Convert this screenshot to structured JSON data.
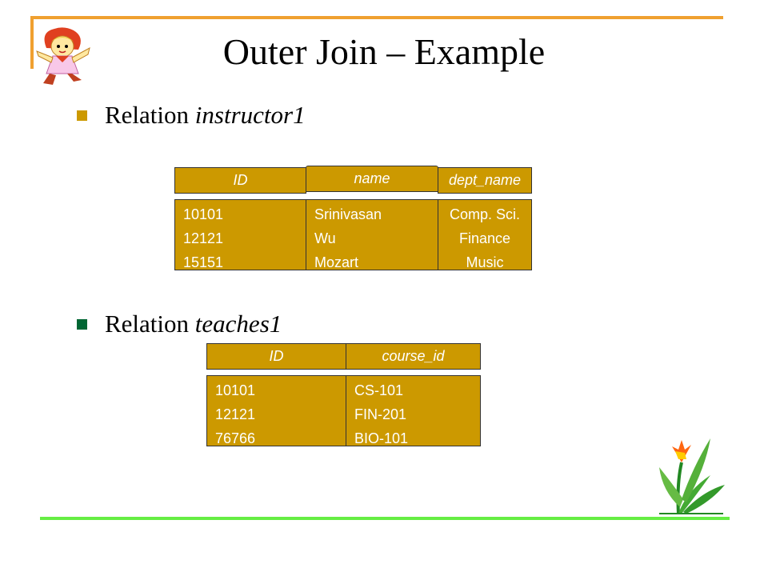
{
  "slide": {
    "title": "Outer Join – Example",
    "accent_color": "#cc9900",
    "frame_color": "#f0a030",
    "rule_color": "#66ee44"
  },
  "bullets": [
    {
      "prefix": "Relation ",
      "name": "instructor1",
      "marker_color": "#cc9900"
    },
    {
      "prefix": "Relation ",
      "name": "teaches1",
      "marker_color": "#006633"
    }
  ],
  "instructor1": {
    "columns": [
      "ID",
      "name",
      "dept_name"
    ],
    "ids": [
      "10101",
      "12121",
      "15151"
    ],
    "names": [
      "Srinivasan",
      "Wu",
      "Mozart"
    ],
    "depts": [
      "Comp. Sci.",
      "Finance",
      "Music"
    ]
  },
  "teaches1": {
    "columns": [
      "ID",
      "course_id"
    ],
    "ids": [
      "10101",
      "12121",
      "76766"
    ],
    "courses": [
      "CS-101",
      "FIN-201",
      "BIO-101"
    ]
  },
  "decorations": {
    "top_left": "cartoon-girl-icon",
    "bottom_right": "flower-icon"
  }
}
